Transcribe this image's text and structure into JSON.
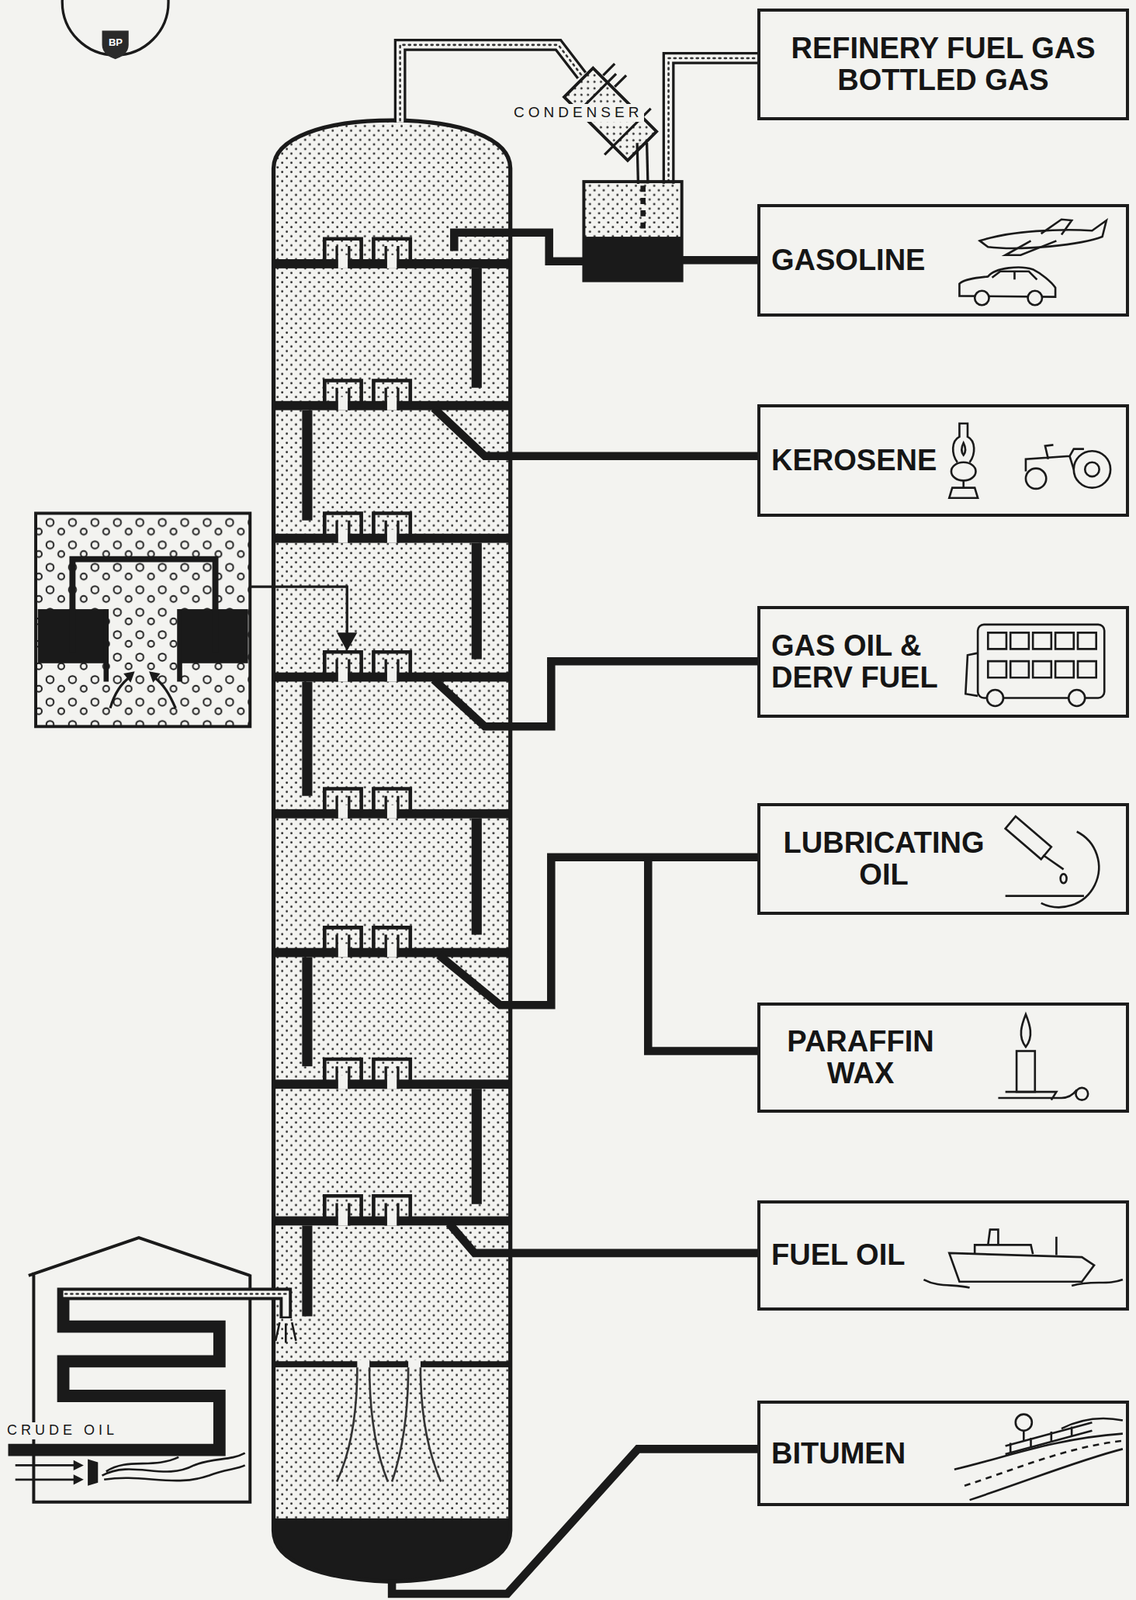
{
  "diagram": {
    "nodes": [
      {
        "text": [
          "REFINERY FUEL GAS",
          "BOTTLED GAS"
        ]
      },
      {
        "text": [
          "GASOLINE"
        ]
      },
      {
        "text": [
          "KEROSENE"
        ]
      },
      {
        "text": [
          "GAS OIL & DERV FUEL"
        ]
      },
      {
        "text": [
          "LUBRICATING OIL"
        ]
      },
      {
        "text": [
          "PARAFFIN WAX"
        ]
      },
      {
        "text": [
          "FUEL OIL"
        ]
      },
      {
        "text": [
          "BITUMEN"
        ]
      }
    ],
    "labels": [
      "BP",
      "CONDENSER",
      "CRUDE OIL"
    ]
  }
}
